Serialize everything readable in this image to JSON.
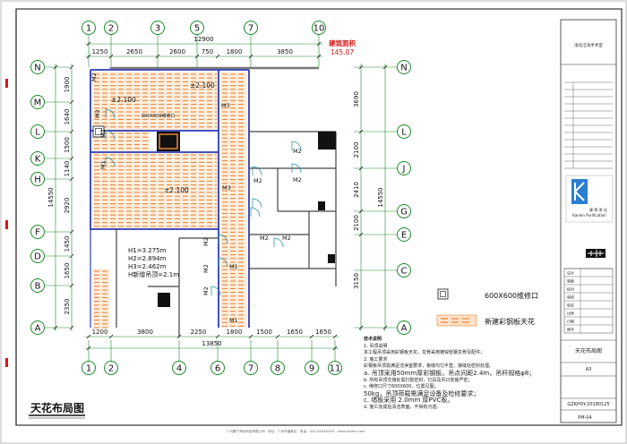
{
  "drawing_title": "天花布局图",
  "area_label": "建筑面积",
  "area_value": "145.07",
  "colors": {
    "grid": "#1a8a2a",
    "walls": "#2c3bb8",
    "ceiling": "#e8843a",
    "area_text": "#d01818",
    "frame": "#333333"
  },
  "grid_top": [
    "1",
    "2",
    "3",
    "5",
    "7",
    "10"
  ],
  "grid_bottom": [
    "1",
    "2",
    "4",
    "6",
    "7",
    "8",
    "9",
    "11"
  ],
  "grid_left": [
    "N",
    "M",
    "L",
    "K",
    "H",
    "F",
    "D",
    "B",
    "A"
  ],
  "grid_right": [
    "N",
    "L",
    "J",
    "G",
    "E",
    "C",
    "A"
  ],
  "dims_top_total": "12900",
  "dims_top": [
    "1250",
    "2650",
    "2600",
    "750",
    "1800",
    "3850"
  ],
  "dims_bottom_total": "13850",
  "dims_bottom": [
    "1200",
    "3800",
    "2250",
    "1800",
    "1500",
    "1650",
    "1650"
  ],
  "dims_left_total": "14550",
  "dims_left": [
    "1900",
    "1640",
    "1500",
    "1140",
    "2920",
    "1450",
    "1650",
    "2350"
  ],
  "dims_right_total": "14550",
  "dims_right": [
    "3690",
    "2100",
    "2410",
    "2100",
    "3150"
  ],
  "heights": [
    "H1=3.275m",
    "H2=2.894m",
    "H3=2.462m",
    "H新增吊顶=2.1m"
  ],
  "ceiling_levels": [
    "±2.100",
    "±2.100",
    "±2.100"
  ],
  "hatch_label": "600X600维修口",
  "door_tags": [
    "M2",
    "M2",
    "M2",
    "M1",
    "M3",
    "M3",
    "M2",
    "M2",
    "M2",
    "M2",
    "M2",
    "M2",
    "M1",
    "M2",
    "M2",
    "M1"
  ],
  "legend": [
    {
      "icon": "access-hatch",
      "label": "600X600维修口"
    },
    {
      "icon": "steel-ceiling",
      "label": "新建彩钢板天花"
    }
  ],
  "notes": {
    "title": "技术说明",
    "lines": [
      "1. 吊顶说明",
      "  本工程吊顶采用彩钢板天花，龙骨采用镀锌轻钢龙骨及配件；",
      "2. 施工要求",
      "  彩钢板吊顶需满足洁净室要求，板缝均匀平直，接缝处密封处理。",
      "a. 吊顶采用50mm厚彩钢板，吊点间距2.4m，吊杆规格φ8；",
      "b. 所有吊顶交接处需打胶密封，灯具及风口安装严密；",
      "c. 维修口尺寸600X600，位置见图；",
      "50kg，吊顶荷载需满足设备及检修要求；",
      "c. 墙板采用 2.0mm 厚PVC板。",
      "d. 施工完成后清洁表面，不得有污迹。"
    ]
  },
  "title_block": {
    "company": "净化洁净手术室",
    "sheet_name": "天花布局图",
    "scale": "A3",
    "sheet_no": "PM-04",
    "drawing_code": "GZKHSY-20180125",
    "logo_name": "Kanein Purification",
    "logo_cn": "康 蒂 净 化",
    "table_rows": [
      "设计",
      "制图",
      "校对",
      "审核",
      "审定",
      "比例",
      "日期",
      "图号"
    ]
  },
  "footer": "广州康宁净化科技有限公司 · 地址：广州市番禺区 · 电话：020-XXXXXXXX · www.kanein.com"
}
